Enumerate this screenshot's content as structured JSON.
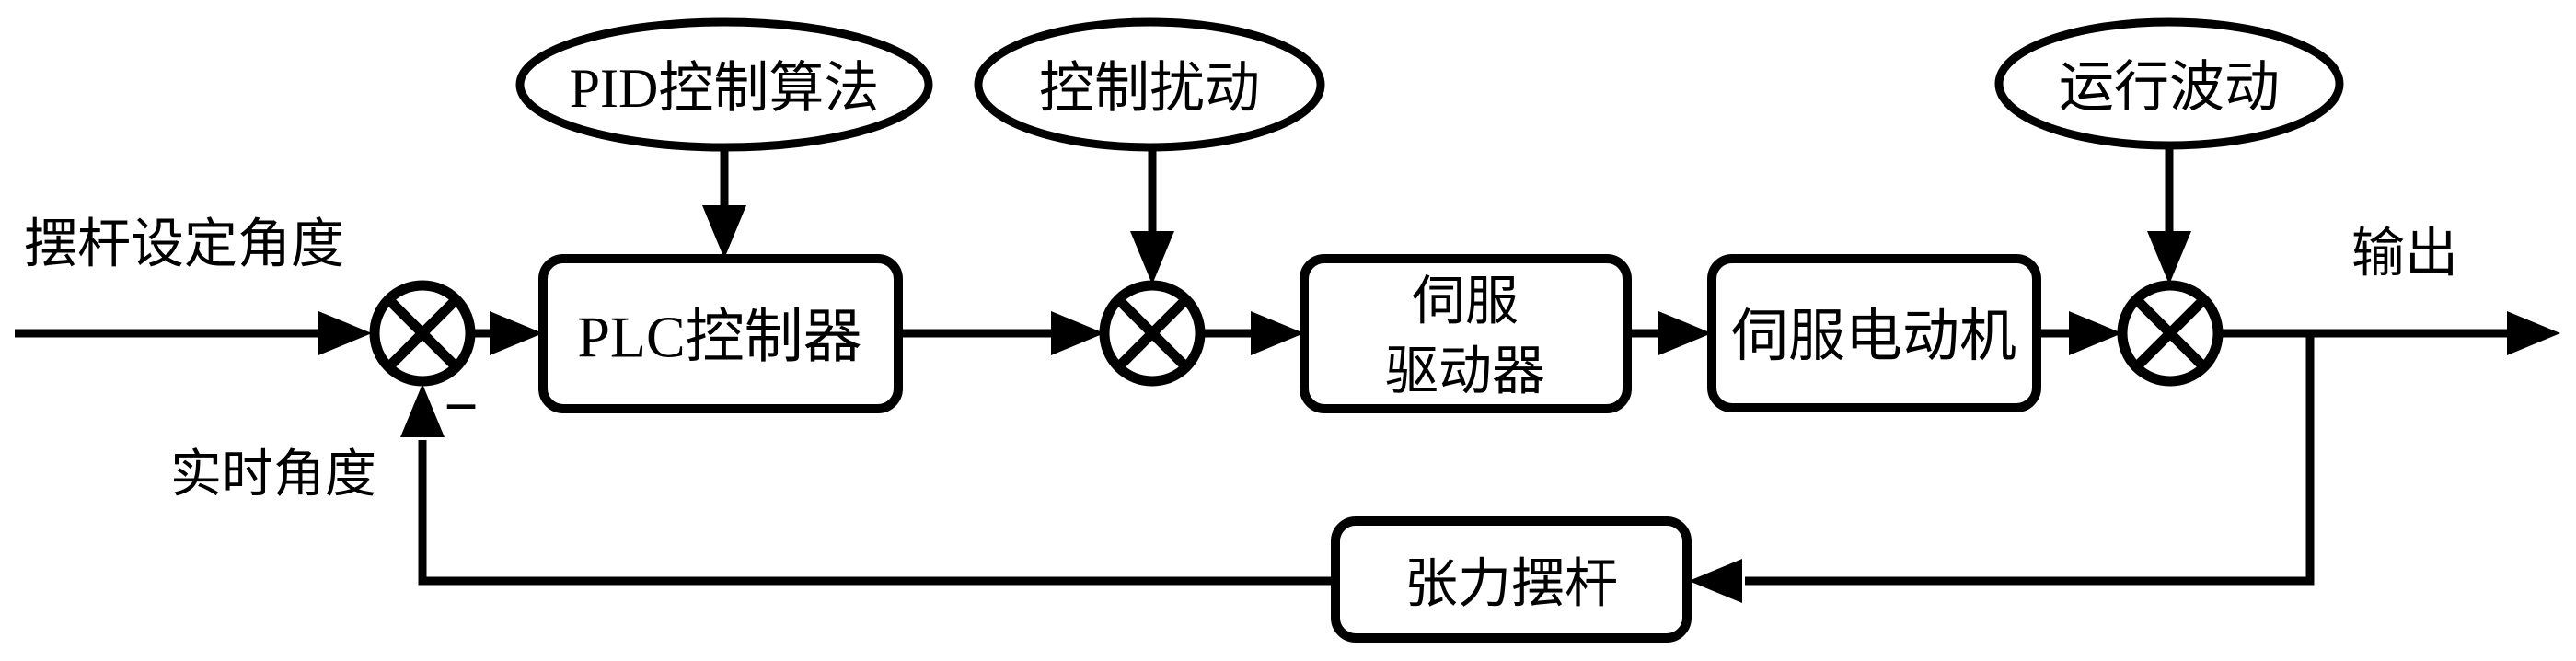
{
  "colors": {
    "line": "#000000",
    "background": "#ffffff"
  },
  "labels": {
    "input": "摆杆设定角度",
    "feedback": "实时角度",
    "output": "输出",
    "minus_sign": "−"
  },
  "ellipses": {
    "pid": "PID控制算法",
    "disturbance": "控制扰动",
    "fluctuation": "运行波动"
  },
  "blocks": {
    "plc": "PLC控制器",
    "servo_driver_line1": "伺服",
    "servo_driver_line2": "驱动器",
    "servo_motor": "伺服电动机",
    "tension_rod": "张力摆杆"
  }
}
